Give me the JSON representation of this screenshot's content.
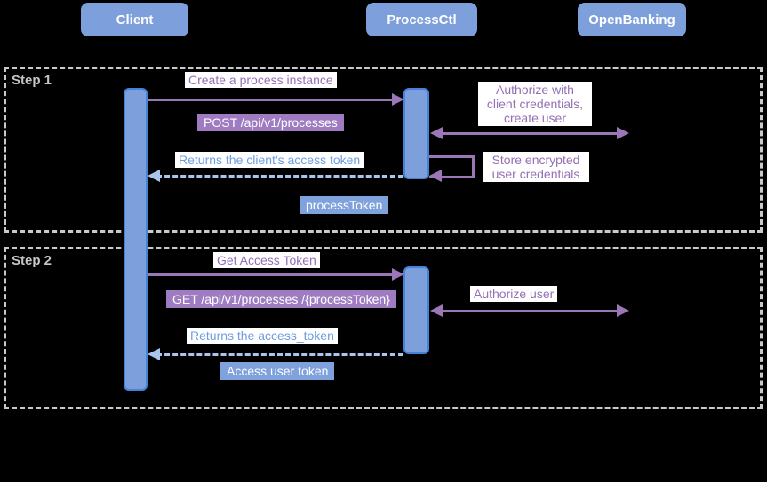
{
  "actors": {
    "client": "Client",
    "processctl": "ProcessCtl",
    "openbanking": "OpenBanking"
  },
  "step1": {
    "label": "Step 1",
    "create_process": "Create a process instance",
    "post_endpoint": "POST /api/v1/processes",
    "authorize_client": "Authorize with\nclient credentials,\ncreate user",
    "returns_client_token": "Returns the client's access token",
    "store_credentials": "Store encrypted\nuser credentials",
    "process_token": "processToken"
  },
  "step2": {
    "label": "Step 2",
    "get_access_token": "Get Access Token",
    "get_endpoint": "GET /api/v1/processes /{processToken}",
    "authorize_user": "Authorize user",
    "returns_access_token": "Returns the access_token",
    "access_user_token": "Access user token"
  },
  "colors": {
    "background": "#000000",
    "actor_fill": "#7d9fdb",
    "activation_fill": "#7da0dc",
    "activation_border": "#4583d6",
    "request_arrow": "#9b77b8",
    "request_badge_bg": "#9f7cc1",
    "purple_label_text": "#9470b4",
    "return_arrow": "#abc4ec",
    "return_label_text": "#6d9ddf",
    "token_badge_bg": "#7fa1dc",
    "frame_border": "#c9c9c9"
  }
}
